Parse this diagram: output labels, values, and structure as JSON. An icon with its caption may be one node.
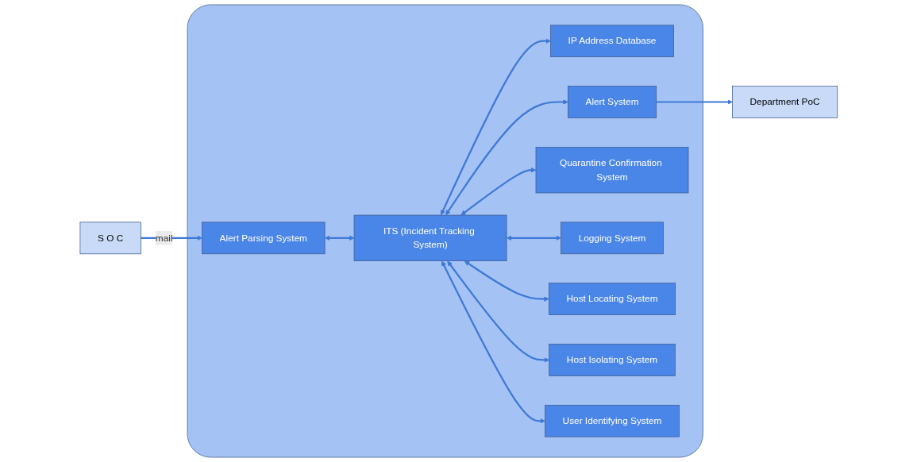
{
  "diagram": {
    "nodes": [
      {
        "text": [
          "Department PoC"
        ]
      },
      {
        "text": [],
        "shape": "box"
      },
      {
        "text": [
          "IP Address Database"
        ],
        "in": 1
      },
      {
        "text": [
          "Alert System"
        ],
        "in": 1
      },
      {
        "text": [
          "Quarantine Confirmation System"
        ],
        "in": 1
      },
      {
        "text": [
          "S O C"
        ]
      },
      {
        "text": [
          "Alert Parsing System"
        ],
        "in": 1
      },
      {
        "text": [
          "ITS (Incident Tracking System)"
        ],
        "in": 1
      },
      {
        "text": [
          "Logging System"
        ],
        "in": 1
      },
      {
        "text": [
          "Host Locating System"
        ],
        "in": 1
      },
      {
        "text": [
          "Host Isolating System"
        ],
        "in": 1
      },
      {
        "text": [
          "User Identifying System"
        ],
        "in": 1
      }
    ],
    "edges": [
      {
        "from": 5,
        "to": 6,
        "arrow": "to",
        "label": "mail"
      },
      {
        "from": 3,
        "to": 0,
        "arrow": "to"
      },
      {
        "from": 7,
        "to": 2,
        "arrow": "both"
      },
      {
        "from": 7,
        "to": 3,
        "arrow": "both"
      },
      {
        "from": 7,
        "to": 4,
        "arrow": "both"
      },
      {
        "from": 6,
        "to": 7,
        "arrow": "both"
      },
      {
        "from": 7,
        "to": 8,
        "arrow": "both"
      },
      {
        "from": 7,
        "to": 9,
        "arrow": "both"
      },
      {
        "from": 7,
        "to": 10,
        "arrow": "both"
      },
      {
        "from": 7,
        "to": 11,
        "arrow": "both"
      }
    ]
  }
}
